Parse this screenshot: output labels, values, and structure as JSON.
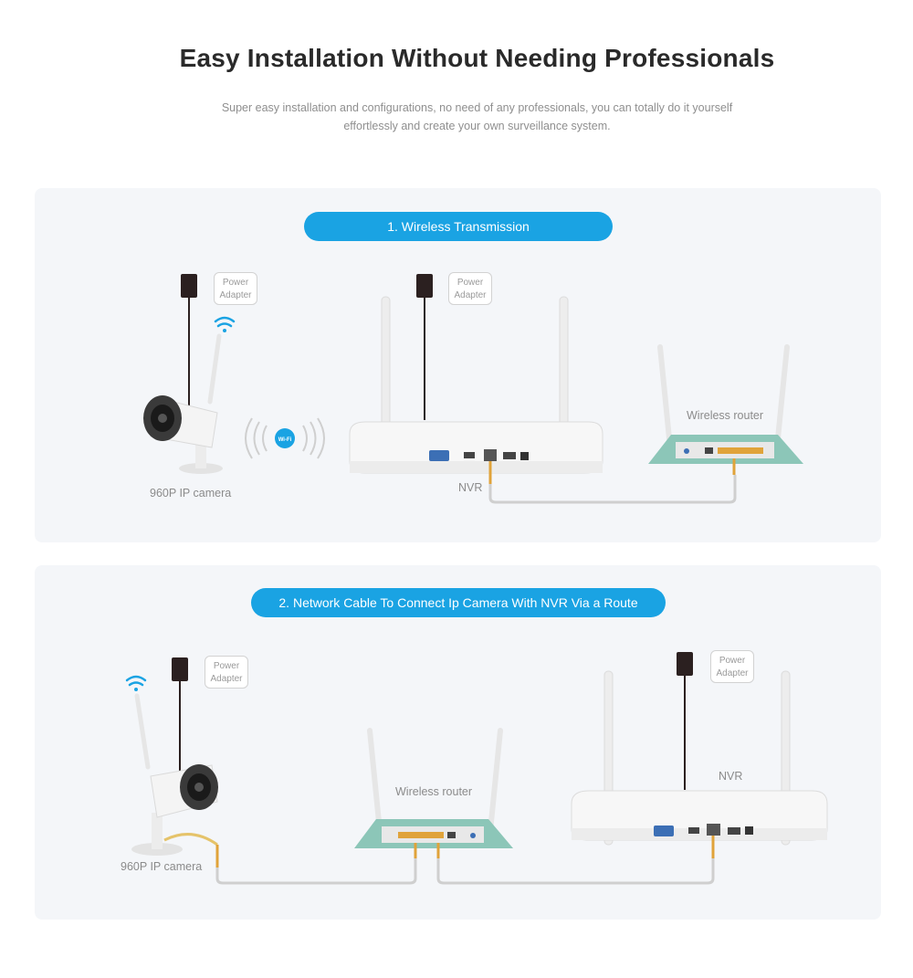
{
  "header": {
    "title": "Easy Installation Without Needing Professionals",
    "subtitle_line1": "Super easy installation and configurations, no need of any professionals, you can totally do it yourself",
    "subtitle_line2": "effortlessly and create your own surveillance system."
  },
  "section1": {
    "heading": "1. Wireless Transmission",
    "camera_label": "960P IP camera",
    "nvr_label": "NVR",
    "router_label": "Wireless router",
    "adapter1_l1": "Power",
    "adapter1_l2": "Adapter",
    "adapter2_l1": "Power",
    "adapter2_l2": "Adapter",
    "wifi_badge": "Wi-Fi"
  },
  "section2": {
    "heading": "2. Network Cable To Connect Ip Camera With NVR Via a Route",
    "camera_label": "960P IP camera",
    "router_label": "Wireless router",
    "nvr_label": "NVR",
    "adapter1_l1": "Power",
    "adapter1_l2": "Adapter",
    "adapter2_l1": "Power",
    "adapter2_l2": "Adapter"
  },
  "colors": {
    "accent": "#1aa3e3",
    "panel": "#f4f6f9",
    "router_teal": "#8cc6b8",
    "cable_port": "#e0a33a"
  }
}
